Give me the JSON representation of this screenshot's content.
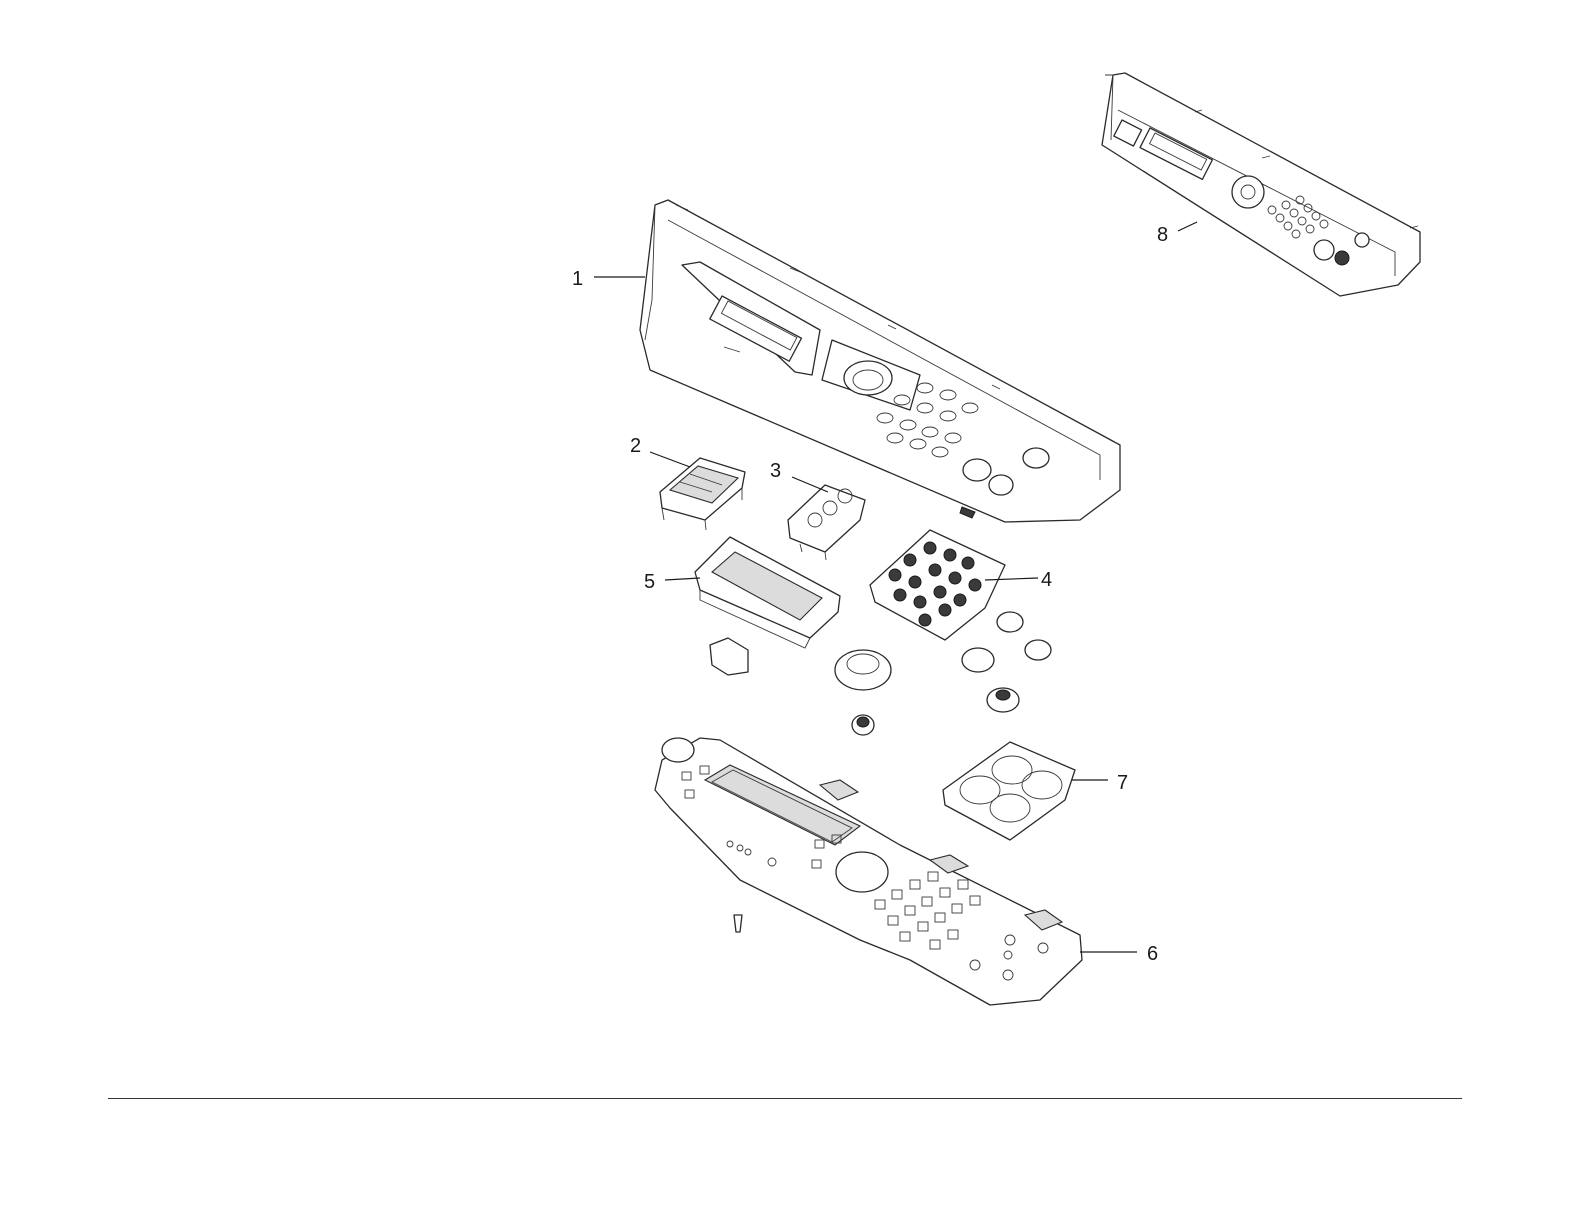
{
  "callouts": [
    {
      "id": "control-panel-cover",
      "label": "1"
    },
    {
      "id": "left-button-block",
      "label": "2"
    },
    {
      "id": "function-button-block",
      "label": "3"
    },
    {
      "id": "numeric-keypad",
      "label": "4"
    },
    {
      "id": "lcd-window",
      "label": "5"
    },
    {
      "id": "control-pcb",
      "label": "6"
    },
    {
      "id": "round-key-holder",
      "label": "7"
    },
    {
      "id": "control-panel-assembly",
      "label": "8"
    }
  ],
  "colors": {
    "line": "#2a2a2a",
    "background": "#ffffff"
  }
}
